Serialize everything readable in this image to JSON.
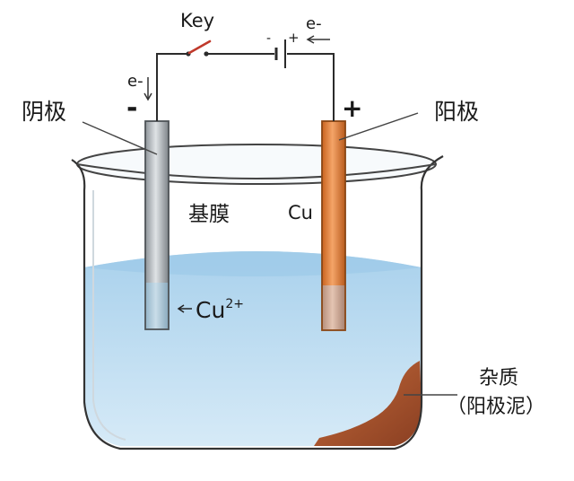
{
  "labels": {
    "key": "Key",
    "electron_left": "e-",
    "electron_right": "e-",
    "battery_minus": "-",
    "battery_plus": "+",
    "cathode_sign": "-",
    "anode_sign": "+",
    "cathode": "阴极",
    "anode": "阳极",
    "substrate": "基膜",
    "copper": "Cu",
    "ion_base": "Cu",
    "ion_charge": "2+",
    "impurity_line1": "杂质",
    "impurity_line2": "（阳极泥）"
  },
  "colors": {
    "solution": "#bcdcf0",
    "cathode_rod": "#b4b9bd",
    "anode_rod": "#e07d35",
    "sludge": "#a9532e",
    "wire": "#333333"
  }
}
